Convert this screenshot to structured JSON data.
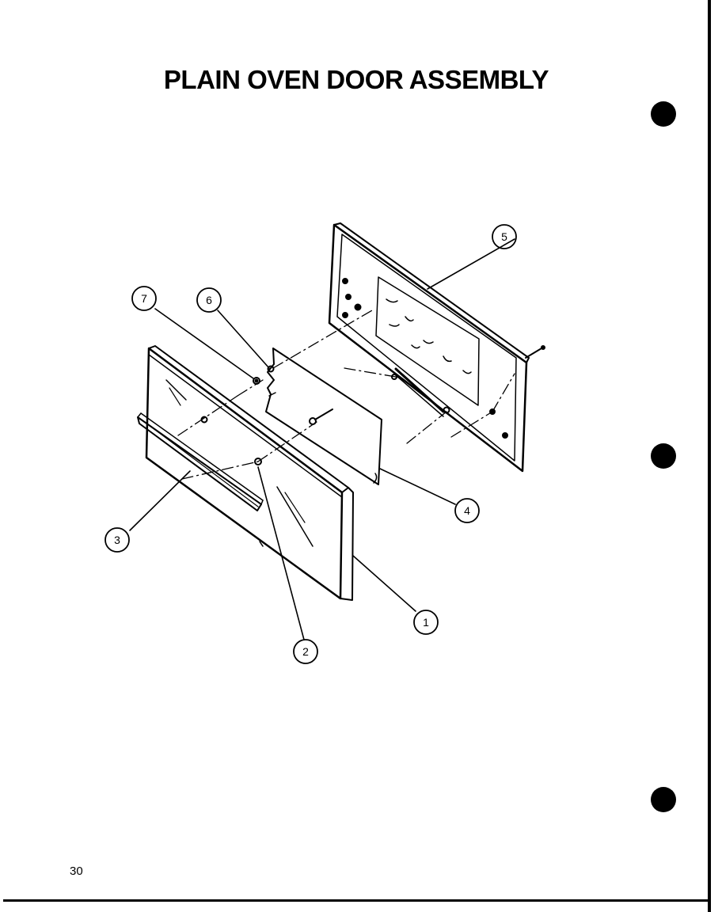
{
  "title": "PLAIN OVEN DOOR ASSEMBLY",
  "page_number": "30",
  "callouts": [
    {
      "id": "1",
      "label": "1"
    },
    {
      "id": "2",
      "label": "2"
    },
    {
      "id": "3",
      "label": "3"
    },
    {
      "id": "4",
      "label": "4"
    },
    {
      "id": "5",
      "label": "5"
    },
    {
      "id": "6",
      "label": "6"
    },
    {
      "id": "7",
      "label": "7"
    }
  ],
  "colors": {
    "ink": "#000000",
    "paper": "#ffffff"
  }
}
